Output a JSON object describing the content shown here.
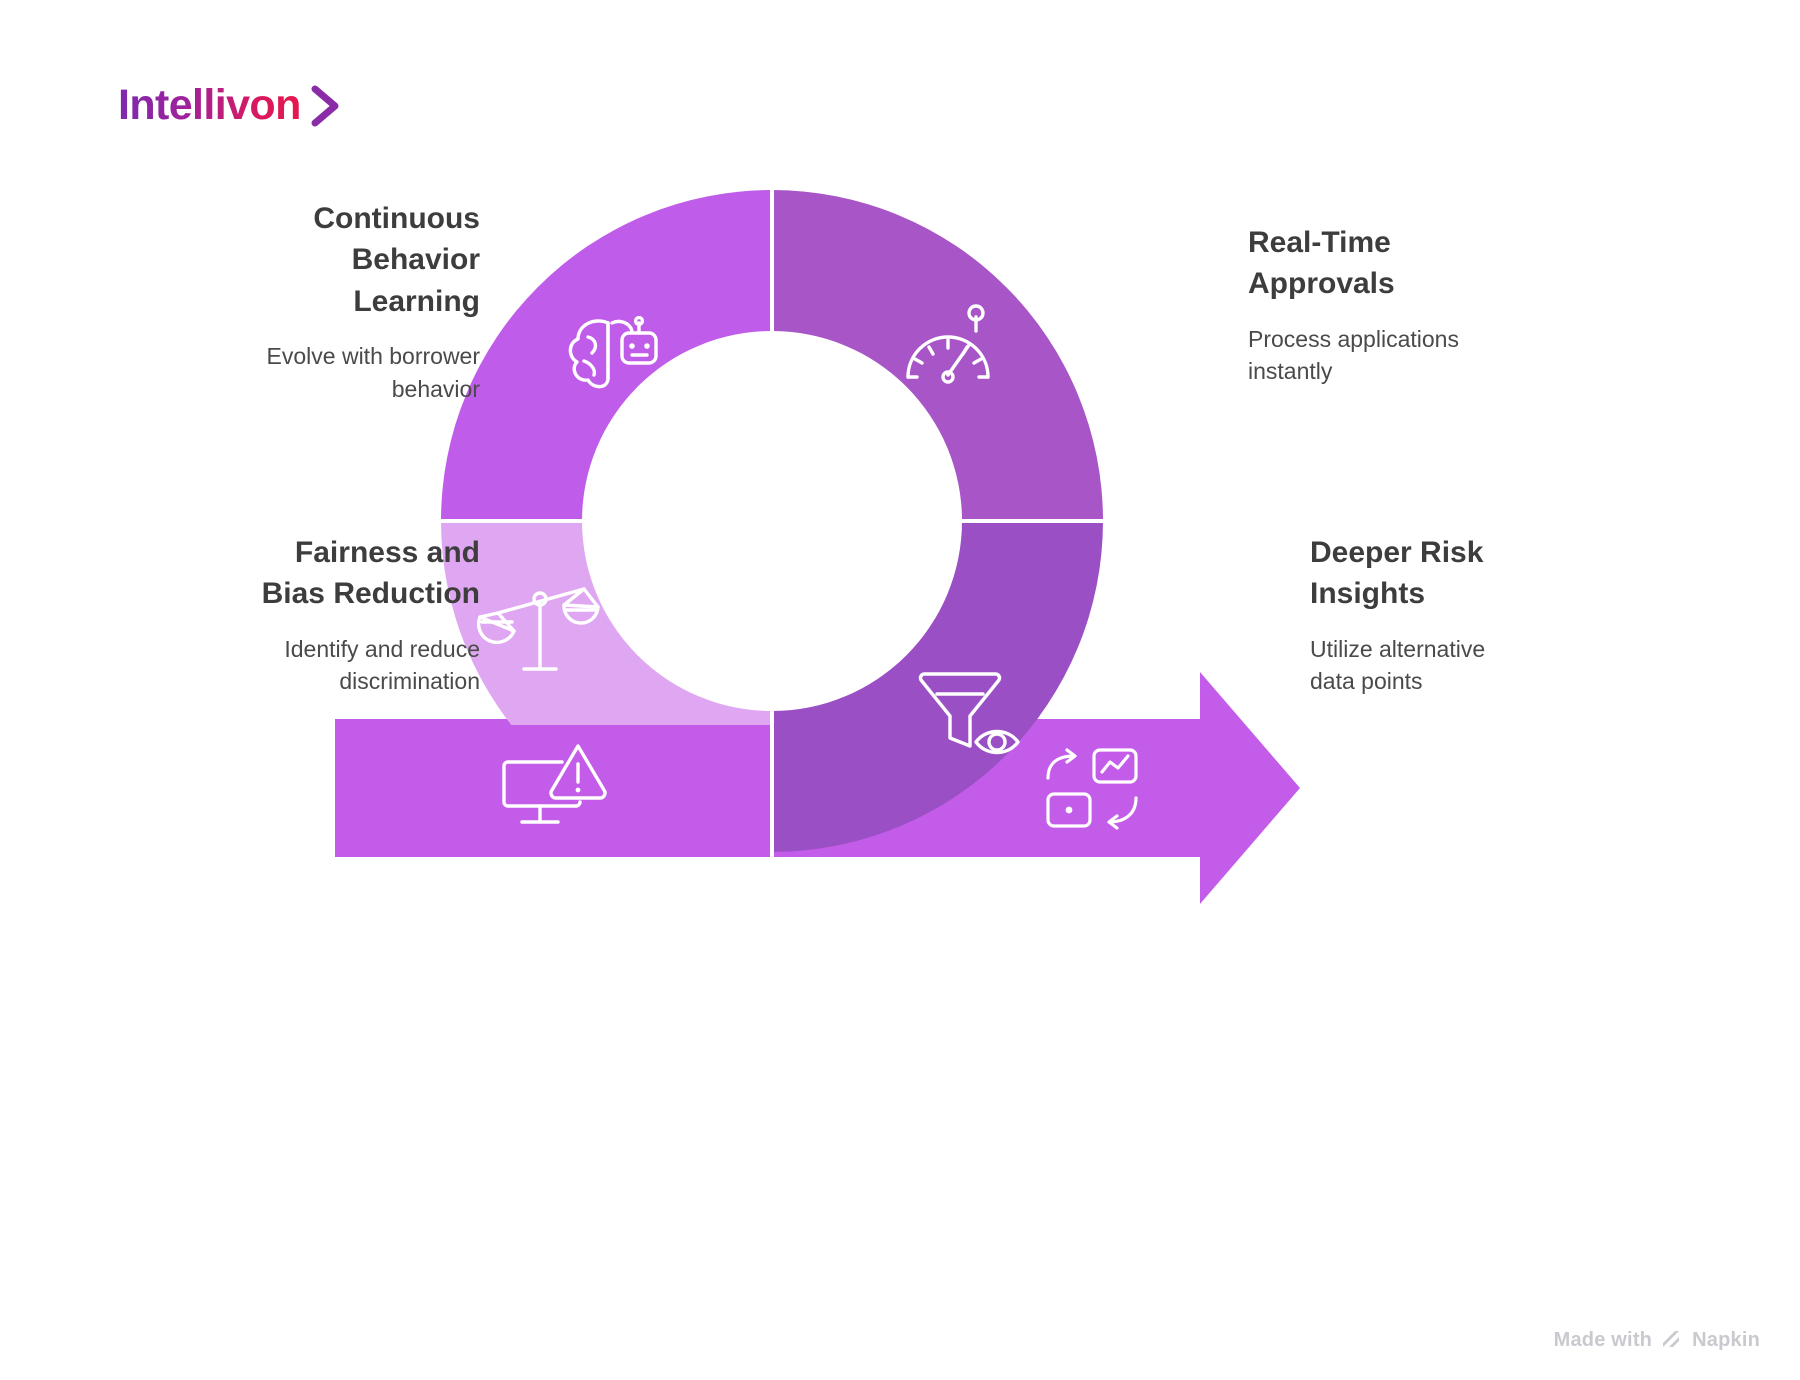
{
  "brand": {
    "name": "Intellivon",
    "chevron_icon": "chevron-right-icon",
    "gradient_start": "#7B2BAF",
    "gradient_end": "#E8174A"
  },
  "colors": {
    "segment_top_left": "#C05CEA",
    "segment_top_right": "#A855C8",
    "segment_bottom_left": "#DFA7F2",
    "segment_bottom_right": "#9B4FC4",
    "arrow_bar_left": "#C45CEA",
    "arrow_bar_right": "#C45CEA",
    "heading_text": "#3d3d3d",
    "body_text": "#4a4a4a",
    "background": "#ffffff",
    "watermark": "#c9c9cf"
  },
  "chart_data": {
    "type": "diagram",
    "shape": "donut-cycle-with-arrow",
    "segments": [
      {
        "id": "continuous-behavior-learning",
        "position": "top-left",
        "heading": "Continuous\nBehavior\nLearning",
        "subtext": "Evolve with borrower\nbehavior",
        "icon": "brain-robot-icon",
        "color": "#C05CEA",
        "text_align": "right"
      },
      {
        "id": "real-time-approvals",
        "position": "top-right",
        "heading": "Real-Time\nApprovals",
        "subtext": "Process applications\ninstantly",
        "icon": "speedometer-icon",
        "color": "#A855C8",
        "text_align": "left"
      },
      {
        "id": "fairness-and-bias-reduction",
        "position": "bottom-left",
        "heading": "Fairness and\nBias Reduction",
        "subtext": "Identify and reduce\ndiscrimination",
        "icon": "balance-scale-icon",
        "color": "#DFA7F2",
        "text_align": "right"
      },
      {
        "id": "deeper-risk-insights",
        "position": "bottom-right",
        "heading": "Deeper Risk\nInsights",
        "subtext": "Utilize alternative\ndata points",
        "icon": "funnel-eye-icon",
        "color": "#9B4FC4",
        "text_align": "left"
      }
    ],
    "arrow_icons": [
      {
        "id": "monitor-alert",
        "icon": "monitor-warning-icon",
        "color": "#C45CEA"
      },
      {
        "id": "automation-flow",
        "icon": "automation-nodes-icon",
        "color": "#C45CEA"
      }
    ]
  },
  "watermark": {
    "prefix": "Made with",
    "product": "Napkin",
    "mark_icon": "napkin-logo-icon"
  }
}
